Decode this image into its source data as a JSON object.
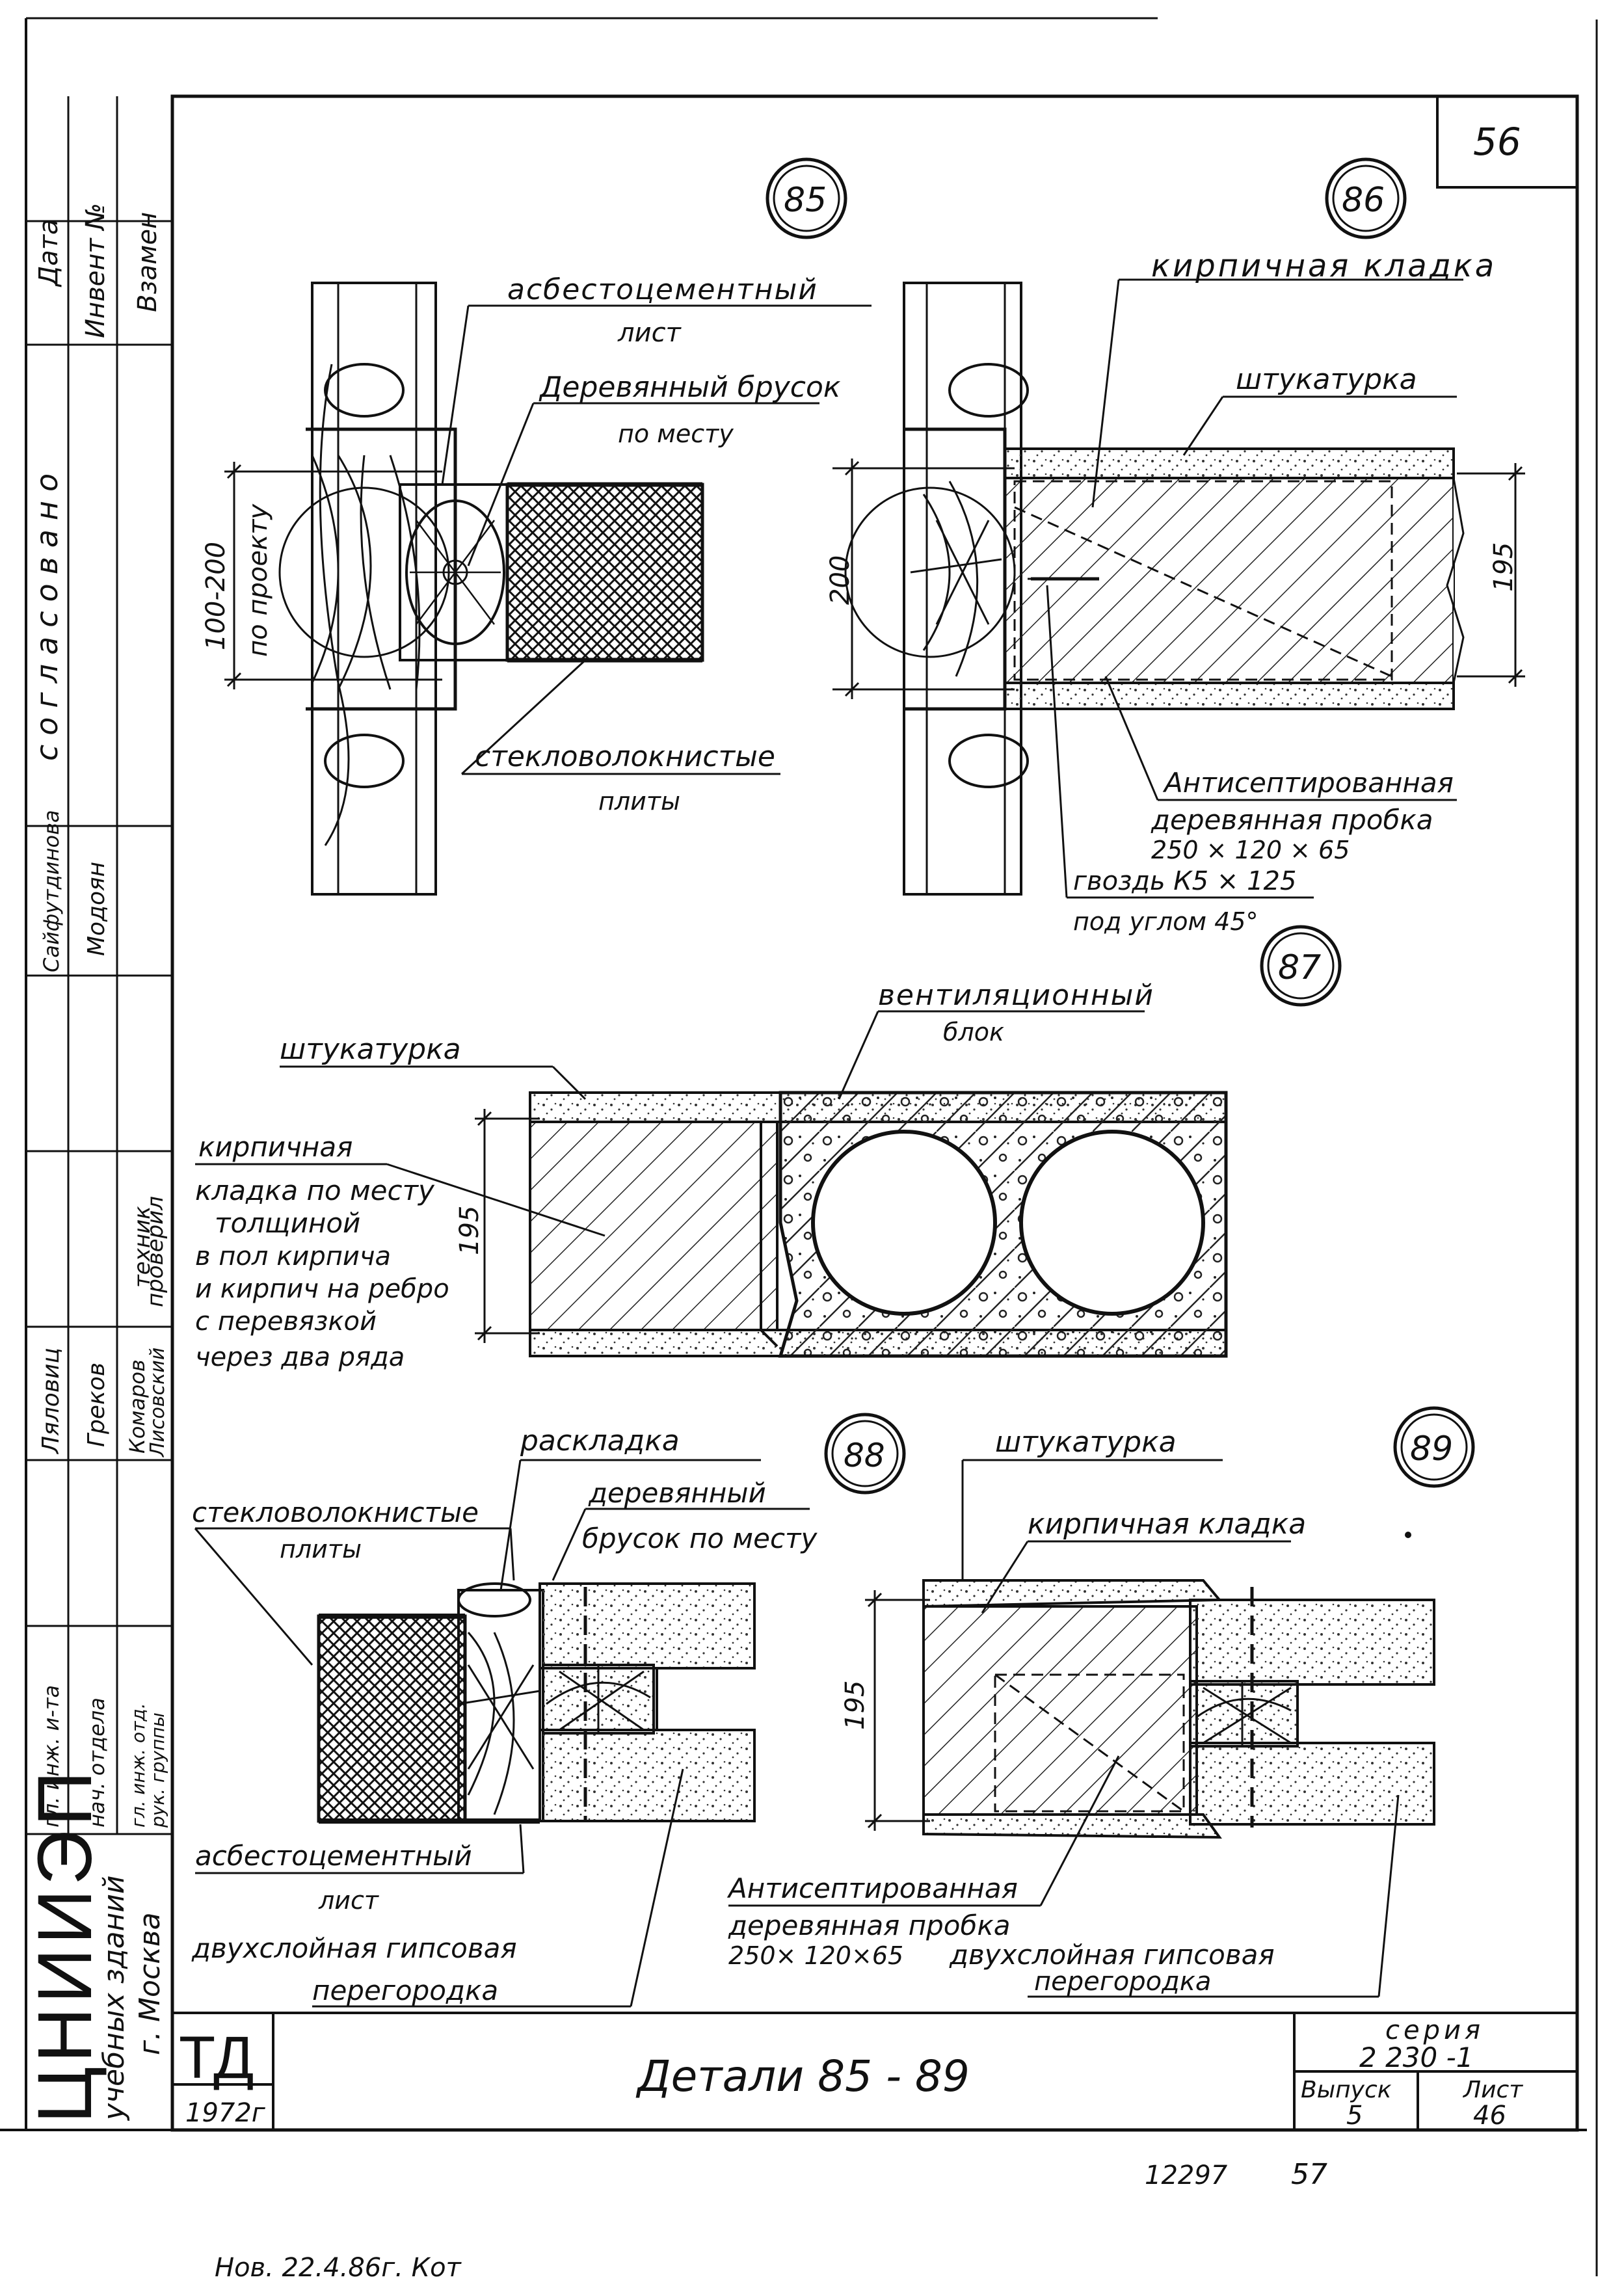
{
  "sheet_number_top": "56",
  "details": {
    "d85": {
      "number": "85",
      "labels": {
        "asbestos_1": "асбестоцементный",
        "asbestos_2": "лист",
        "bar_1": "Деревянный брусок",
        "bar_2": "по месту",
        "fiber_1": "стекловолокнистые",
        "fiber_2": "плиты",
        "dim_1": "100-200",
        "dim_2": "по проекту"
      }
    },
    "d86": {
      "number": "86",
      "labels": {
        "brick": "кирпичная кладка",
        "plaster": "штукатурка",
        "dim_left": "200",
        "dim_right": "195",
        "plug_1": "Антисептированная",
        "plug_2": "деревянная пробка",
        "plug_3": "250 × 120 × 65",
        "nail_1": "гвоздь К5 × 125",
        "nail_2": "под углом 45°"
      }
    },
    "d87": {
      "number": "87",
      "labels": {
        "vent_1": "вентиляционный",
        "vent_2": "блок",
        "plaster": "штукатурка",
        "brick_1": "кирпичная",
        "brick_2": "кладка по месту",
        "brick_3": "толщиной",
        "brick_4": "в пол кирпича",
        "brick_5": "и кирпич на ребро",
        "brick_6": "с перевязкой",
        "brick_7": "через два ряда",
        "dim": "195"
      }
    },
    "d88": {
      "number": "88",
      "labels": {
        "layout": "раскладка",
        "fiber_1": "стекловолокнистые",
        "fiber_2": "плиты",
        "bar_1": "деревянный",
        "bar_2": "брусок по месту",
        "asbestos_1": "асбестоцементный",
        "asbestos_2": "лист",
        "partition_1": "двухслойная гипсовая",
        "partition_2": "перегородка"
      }
    },
    "d89": {
      "number": "89",
      "labels": {
        "plaster": "штукатурка",
        "brick": "кирпичная кладка",
        "dim": "195",
        "plug_1": "Антисептированная",
        "plug_2": "деревянная пробка",
        "plug_3": "250× 120×65",
        "partition_1": "двухслойная гипсовая",
        "partition_2": "перегородка"
      }
    }
  },
  "side_stamp": {
    "headers": [
      "Дата",
      "Инвент №",
      "Взамен"
    ],
    "agreed": "согласовано",
    "names_top": [
      "Сайфутдинова",
      "Модоян"
    ],
    "roles": [
      "техник",
      "проверил"
    ],
    "names_mid": [
      "Ляловиц",
      "Греков",
      "Комаров",
      "Лисовский"
    ],
    "roles_bottom": [
      "гл. инж. и-та",
      "нач. отдела",
      "гл. инж. отд.",
      "рук. группы"
    ],
    "org": "ЦНИИЭП",
    "org_sub_1": "учебных зданий",
    "org_sub_2": "г. Москва"
  },
  "title_block": {
    "logo": "ТД",
    "year": "1972г",
    "title": "Детали 85 - 89",
    "series_label": "серия",
    "series_value": "2 230 -1",
    "issue_label": "Выпуск",
    "issue_value": "5",
    "sheet_label": "Лист",
    "sheet_value": "46"
  },
  "footer": {
    "code": "12297",
    "page": "57",
    "note": "Нов. 22.4.86г. Кот"
  }
}
